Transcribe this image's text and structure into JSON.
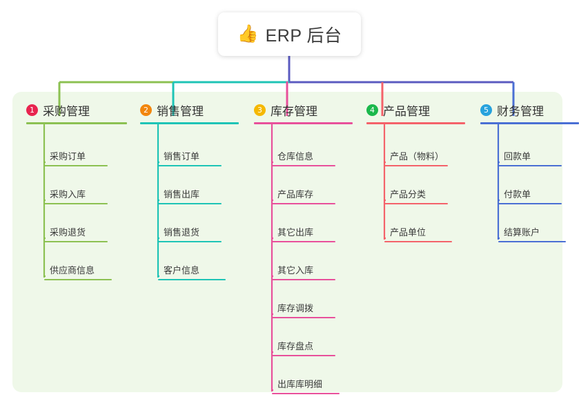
{
  "root": {
    "emoji": "👍",
    "emoji_name": "thumbs-up-icon",
    "title": "ERP 后台"
  },
  "theme": {
    "page_bg": "#ffffff",
    "panel_bg": "#eff8e9",
    "card_bg": "#ffffff",
    "root_stem": "#5b5bc0",
    "text": "#333333"
  },
  "columns": [
    {
      "number": "1",
      "title": "采购管理",
      "badge_color": "#e8244f",
      "line_color": "#8cc152",
      "leaves": [
        {
          "label": "采购订单"
        },
        {
          "label": "采购入库"
        },
        {
          "label": "采购退货"
        },
        {
          "label": "供应商信息"
        }
      ]
    },
    {
      "number": "2",
      "title": "销售管理",
      "badge_color": "#f2860d",
      "line_color": "#1ec4b6",
      "leaves": [
        {
          "label": "销售订单"
        },
        {
          "label": "销售出库"
        },
        {
          "label": "销售退货"
        },
        {
          "label": "客户信息"
        }
      ]
    },
    {
      "number": "3",
      "title": "库存管理",
      "badge_color": "#f5b800",
      "line_color": "#e8509b",
      "leaves": [
        {
          "label": "仓库信息"
        },
        {
          "label": "产品库存"
        },
        {
          "label": "其它出库"
        },
        {
          "label": "其它入库"
        },
        {
          "label": "库存调拨"
        },
        {
          "label": "库存盘点"
        },
        {
          "label": "出库库明细"
        }
      ]
    },
    {
      "number": "4",
      "title": "产品管理",
      "badge_color": "#1bb84c",
      "line_color": "#f4626a",
      "leaves": [
        {
          "label": "产品（物料）"
        },
        {
          "label": "产品分类"
        },
        {
          "label": "产品单位"
        }
      ]
    },
    {
      "number": "5",
      "title": "财务管理",
      "badge_color": "#27a2dd",
      "line_color": "#4a6fd4",
      "leaves": [
        {
          "label": "回款单"
        },
        {
          "label": "付款单"
        },
        {
          "label": "结算账户"
        }
      ]
    }
  ]
}
